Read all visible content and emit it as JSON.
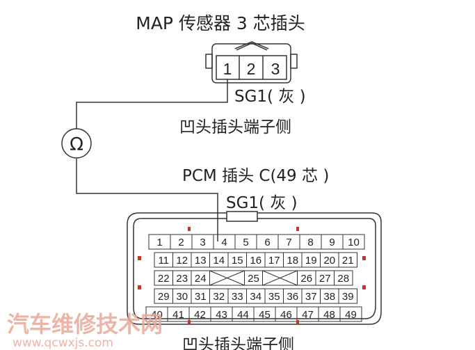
{
  "diagram": {
    "title": "MAP 传感器 3 芯插头",
    "map_pins": [
      "1",
      "2",
      "3"
    ],
    "map_wire_label": "SG1( 灰 )",
    "map_side_label": "凹头插头端子侧",
    "meter_symbol": "Ω",
    "pcm_title": "PCM 插头 C(49 芯 )",
    "pcm_wire_label": "SG1( 灰 )",
    "pcm_side_label": "凹头插头端子侧",
    "pcm_pins": {
      "row1": [
        "1",
        "2",
        "3",
        "4",
        "5",
        "6",
        "7",
        "8",
        "9",
        "10"
      ],
      "row2": [
        "11",
        "12",
        "13",
        "14",
        "15",
        "16",
        "17",
        "18",
        "19",
        "20",
        "21"
      ],
      "row3_left": [
        "22",
        "23",
        "24"
      ],
      "row3_mid": "25",
      "row3_right": [
        "26",
        "27",
        "28"
      ],
      "row4": [
        "29",
        "30",
        "31",
        "32",
        "33",
        "34",
        "35",
        "36",
        "37",
        "38",
        "39"
      ],
      "row5": [
        "40",
        "41",
        "42",
        "43",
        "44",
        "45",
        "46",
        "47",
        "48",
        "49"
      ]
    },
    "watermark": {
      "brand": "汽车维修技术网",
      "url": "www.qcwxjs.com"
    }
  },
  "colors": {
    "line": "#333333",
    "pin_accent": "#c0392b",
    "watermark": "#e8a99a"
  }
}
